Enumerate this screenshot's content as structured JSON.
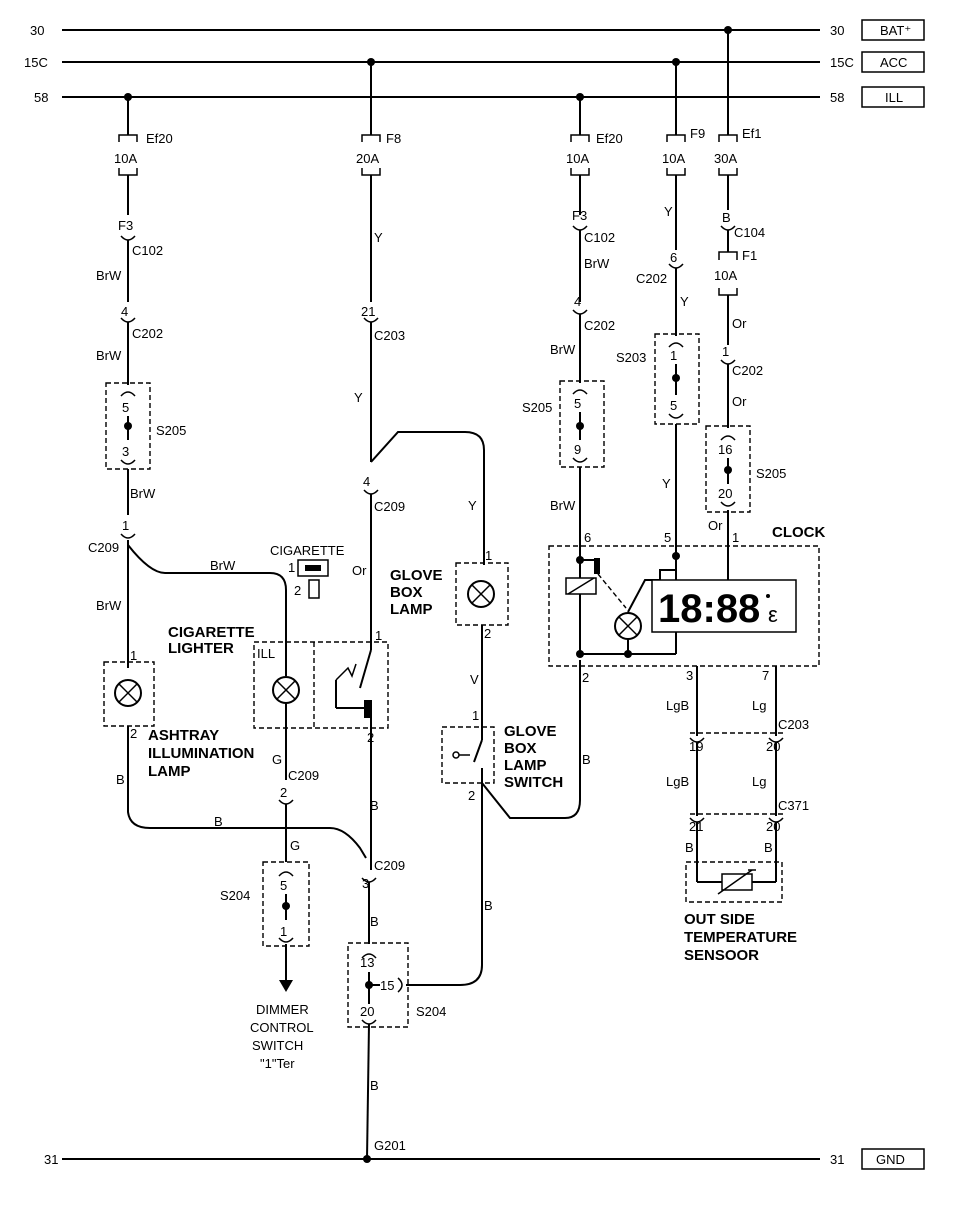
{
  "rails": {
    "r30": {
      "left": "30",
      "right": "30",
      "tag": "BAT⁺"
    },
    "r15c": {
      "left": "15C",
      "right": "15C",
      "tag": "ACC"
    },
    "r58": {
      "left": "58",
      "right": "58",
      "tag": "ILL"
    },
    "r31": {
      "left": "31",
      "right": "31",
      "tag": "GND"
    }
  },
  "fuses": {
    "ef20_left": {
      "name": "Ef20",
      "rating": "10A"
    },
    "f8": {
      "name": "F8",
      "rating": "20A"
    },
    "ef20_right": {
      "name": "Ef20",
      "rating": "10A"
    },
    "f9": {
      "name": "F9",
      "rating": "10A"
    },
    "ef1": {
      "name": "Ef1",
      "rating": "30A"
    },
    "f1": {
      "name": "F1",
      "rating": "10A"
    }
  },
  "connectors": {
    "c102": "C102",
    "c202": "C202",
    "c203": "C203",
    "c209": "C209",
    "c104": "C104",
    "c371": "C371",
    "s205": "S205",
    "s203": "S203",
    "s204": "S204",
    "g201": "G201"
  },
  "pins": {
    "f3": "F3",
    "p4": "4",
    "p5": "5",
    "p3": "3",
    "p1": "1",
    "p2": "2",
    "p21": "21",
    "p6": "6",
    "p9": "9",
    "p16": "16",
    "p20": "20",
    "p7": "7",
    "p19": "19",
    "p13": "13",
    "p15": "15",
    "pB": "B"
  },
  "wires": {
    "brw": "BrW",
    "y": "Y",
    "b": "B",
    "g": "G",
    "or": "Or",
    "v": "V",
    "lgb": "LgB",
    "lg": "Lg"
  },
  "components": {
    "clock": "CLOCK",
    "clock_display": "18:88",
    "clock_unit": "ε",
    "glove_box_lamp": [
      "GLOVE",
      "BOX",
      "LAMP"
    ],
    "glove_box_lamp_switch": [
      "GLOVE",
      "BOX",
      "LAMP",
      "SWITCH"
    ],
    "cigarette_lighter": [
      "CIGARETTE",
      "LIGHTER"
    ],
    "cigarette_small": "CIGARETTE",
    "ill": "ILL",
    "ashtray": [
      "ASHTRAY",
      "ILLUMINATION",
      "LAMP"
    ],
    "outside_temp": [
      "OUT SIDE",
      "TEMPERATURE",
      "SENSOOR"
    ],
    "dimmer": [
      "DIMMER",
      "CONTROL",
      "SWITCH",
      "\"1\"Ter"
    ]
  }
}
